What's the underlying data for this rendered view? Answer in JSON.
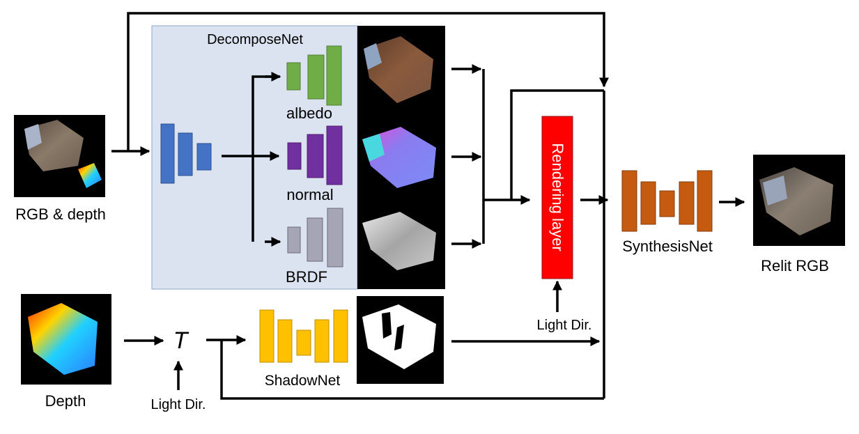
{
  "labels": {
    "input": "RGB & depth",
    "decompose_net": "DecomposeNet",
    "albedo": "albedo",
    "normal": "normal",
    "brdf": "BRDF",
    "rendering_layer": "Rendering layer",
    "synthesis_net": "SynthesisNet",
    "relit": "Relit RGB",
    "depth": "Depth",
    "transform": "T",
    "light_dir_1": "Light Dir.",
    "light_dir_2": "Light Dir.",
    "shadow_net": "ShadowNet"
  },
  "colors": {
    "decompose_panel": "#dbe3f0",
    "encoder": "#4472c4",
    "albedo": "#70ad47",
    "normal": "#7030a0",
    "brdf": "#a5a5b5",
    "rendering": "#ff0000",
    "synthesis": "#c55a11",
    "shadow": "#ffc000"
  },
  "icons": [
    "input-rgb-depth-image",
    "albedo-image",
    "normal-map-image",
    "brdf-image",
    "depth-map-image",
    "shadow-map-image",
    "relit-rgb-image"
  ]
}
